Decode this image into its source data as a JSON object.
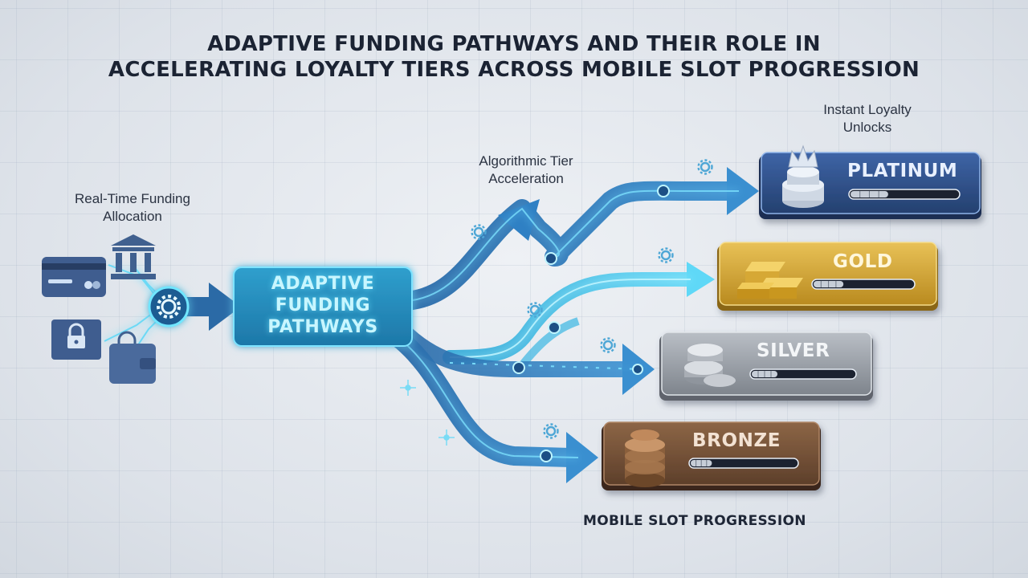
{
  "title": {
    "line1": "ADAPTIVE FUNDING PATHWAYS AND THEIR ROLE IN",
    "line2": "ACCELERATING LOYALTY TIERS ACROSS MOBILE SLOT PROGRESSION"
  },
  "labels": {
    "funding_allocation_l1": "Real-Time Funding",
    "funding_allocation_l2": "Allocation",
    "tier_acceleration_l1": "Algorithmic Tier",
    "tier_acceleration_l2": "Acceleration",
    "loyalty_unlocks_l1": "Instant Loyalty",
    "loyalty_unlocks_l2": "Unlocks",
    "bottom": "MOBILE SLOT PROGRESSION"
  },
  "hub": {
    "line1": "ADAPTIVE",
    "line2": "FUNDING",
    "line3": "PATHWAYS"
  },
  "sources": [
    "credit-card-icon",
    "bank-icon",
    "lock-icon",
    "wallet-icon"
  ],
  "tiers": [
    {
      "name": "PLATINUM",
      "progress": 0.35,
      "color": "#2f4f8a",
      "icon": "crown-coins-icon"
    },
    {
      "name": "GOLD",
      "progress": 0.3,
      "color": "#d3a93a",
      "icon": "gold-bars-icon"
    },
    {
      "name": "SILVER",
      "progress": 0.25,
      "color": "#9da3ab",
      "icon": "silver-coins-icon"
    },
    {
      "name": "BRONZE",
      "progress": 0.2,
      "color": "#7a553b",
      "icon": "bronze-coins-icon"
    }
  ],
  "colors": {
    "pathway_blue": "#2c7fc0",
    "pathway_cyan": "#43c6ec",
    "glow": "#6fe6ff",
    "hub": "#2aa9d2"
  }
}
